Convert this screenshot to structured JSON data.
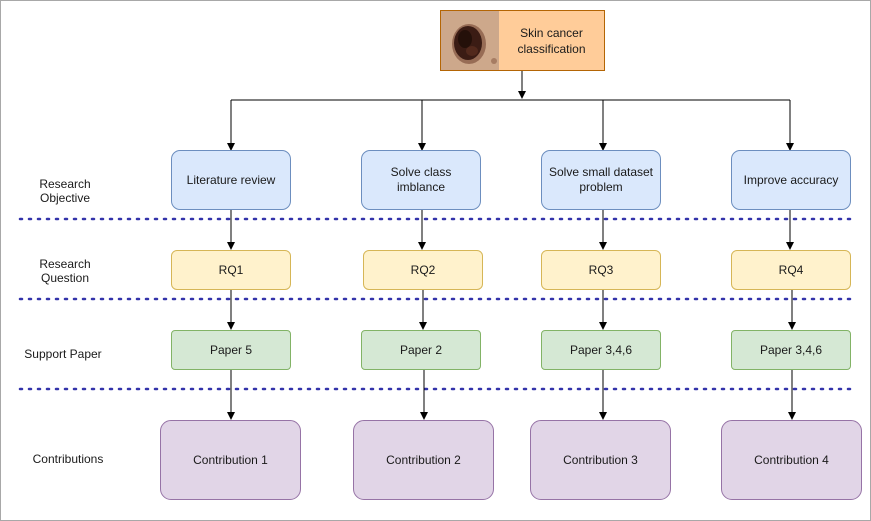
{
  "root": {
    "title": "Skin cancer classification",
    "image_icon": "skin-lesion-photo"
  },
  "row_labels": {
    "objective": "Research Objective",
    "question": "Research Question",
    "paper": "Support Paper",
    "contribution": "Contributions"
  },
  "columns": [
    {
      "objective": "Literature review",
      "question": "RQ1",
      "paper": "Paper 5",
      "contribution": "Contribution 1"
    },
    {
      "objective": "Solve class imblance",
      "question": "RQ2",
      "paper": "Paper 2",
      "contribution": "Contribution 2"
    },
    {
      "objective": "Solve small dataset problem",
      "question": "RQ3",
      "paper": "Paper 3,4,6",
      "contribution": "Contribution 3"
    },
    {
      "objective": "Improve accuracy",
      "question": "RQ4",
      "paper": "Paper 3,4,6",
      "contribution": "Contribution 4"
    }
  ],
  "colors": {
    "objective_fill": "#dae8fc",
    "question_fill": "#fff2cc",
    "paper_fill": "#d5e8d4",
    "contribution_fill": "#e1d5e7",
    "root_fill": "#ffcc99",
    "separator": "#3333aa"
  }
}
